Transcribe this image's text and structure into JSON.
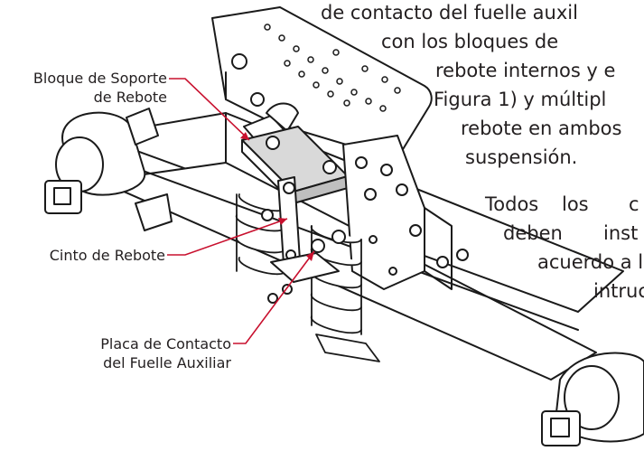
{
  "body_text": {
    "lines": [
      "de contacto del fuelle auxil",
      "con los bloques de",
      "rebote internos y e",
      "Figura 1) y múltipl",
      "rebote en ambos",
      "suspensión."
    ],
    "paragraph2": [
      "Todos",
      "los",
      "c",
      "deben",
      "inst",
      "acuerdo a l",
      "intruc"
    ]
  },
  "callouts": {
    "bloque_line1": "Bloque de Soporte",
    "bloque_line2": "de Rebote",
    "cinto": "Cinto de Rebote",
    "placa_line1": "Placa de Contacto",
    "placa_line2": "del Fuelle Auxiliar"
  },
  "colors": {
    "leader": "#c8102e",
    "text": "#231f20",
    "metal_line": "#1a1a1a"
  }
}
